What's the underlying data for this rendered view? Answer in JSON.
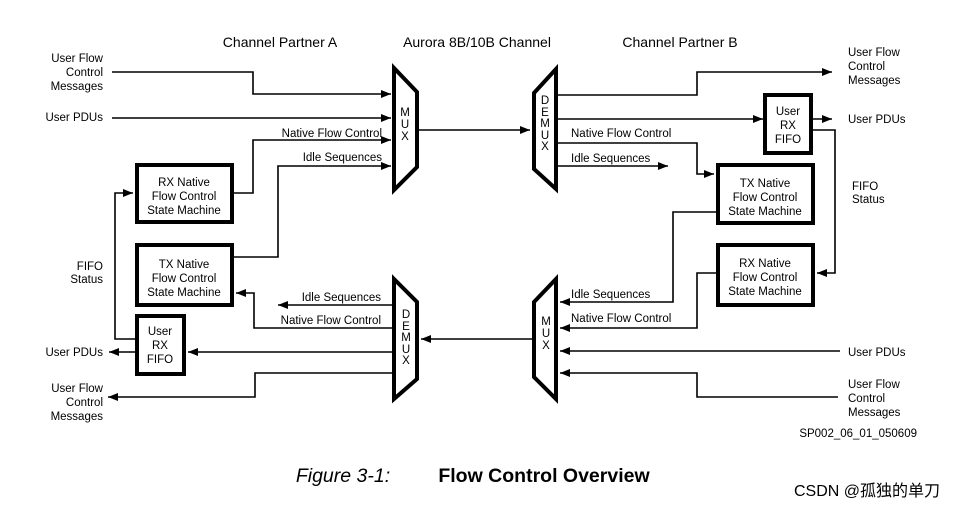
{
  "headers": {
    "partner_a": "Channel Partner A",
    "channel": "Aurora 8B/10B Channel",
    "partner_b": "Channel Partner B"
  },
  "signals": {
    "user_flow_control": [
      "User Flow",
      "Control",
      "Messages"
    ],
    "user_pdus": "User PDUs",
    "native_flow_control": "Native Flow Control",
    "idle_sequences": "Idle Sequences",
    "fifo_status": [
      "FIFO",
      "Status"
    ]
  },
  "blocks": {
    "mux": [
      "M",
      "U",
      "X"
    ],
    "demux": [
      "D",
      "E",
      "M",
      "U",
      "X"
    ],
    "rx_native_sm": [
      "RX Native",
      "Flow Control",
      "State Machine"
    ],
    "tx_native_sm": [
      "TX Native",
      "Flow Control",
      "State Machine"
    ],
    "user_rx_fifo": [
      "User",
      "RX",
      "FIFO"
    ]
  },
  "caption": {
    "label": "Figure 3-1:",
    "title": "Flow Control Overview"
  },
  "footer": {
    "code": "SP002_06_01_050609"
  },
  "watermark": {
    "text": "CSDN @孤独的单刀",
    "color": "#c4c4c4"
  },
  "colors": {
    "line": "#000000",
    "background": "#ffffff"
  }
}
